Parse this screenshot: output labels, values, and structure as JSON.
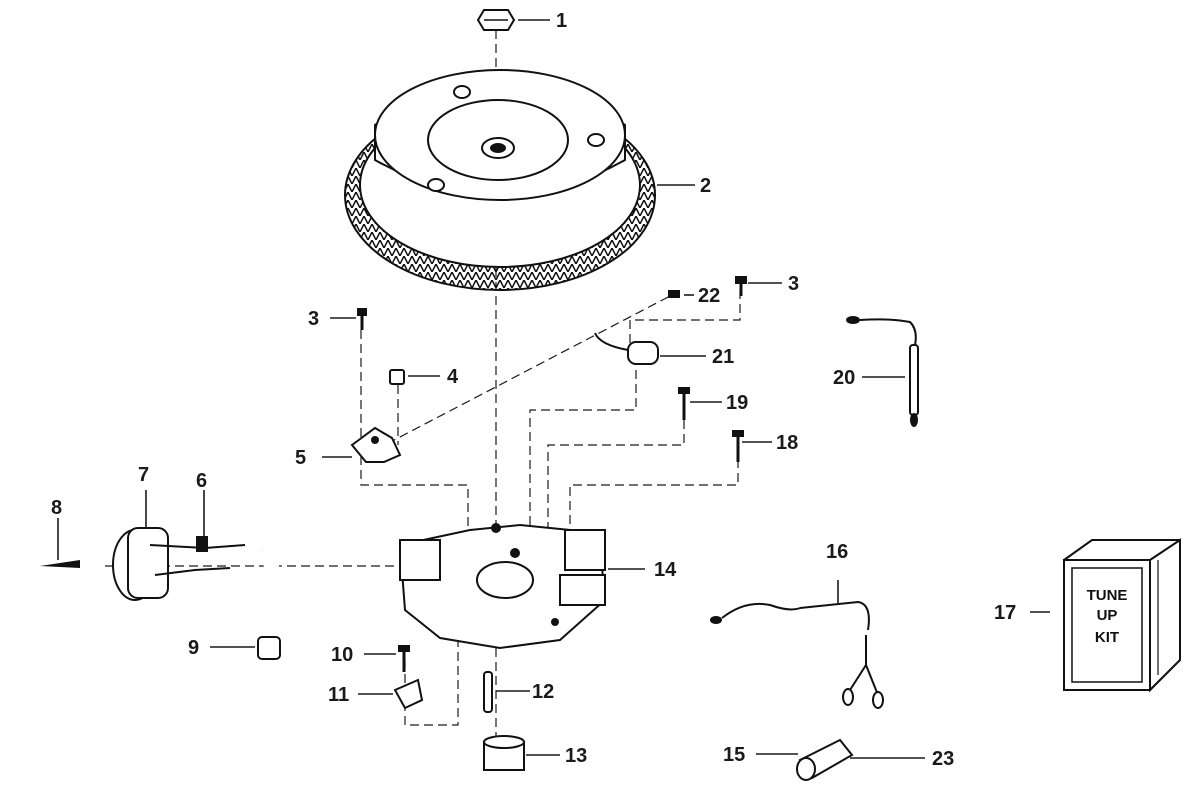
{
  "callouts": {
    "c1": "1",
    "c2": "2",
    "c3a": "3",
    "c3b": "3",
    "c4": "4",
    "c5": "5",
    "c6": "6",
    "c7": "7",
    "c8": "8",
    "c9": "9",
    "c10": "10",
    "c11": "11",
    "c12": "12",
    "c13": "13",
    "c14": "14",
    "c15": "15",
    "c16": "16",
    "c17": "17",
    "c18": "18",
    "c19": "19",
    "c20": "20",
    "c21": "21",
    "c22": "22",
    "c23": "23"
  },
  "kit_box": {
    "line1": "TUNE",
    "line2": "UP",
    "line3": "KIT"
  }
}
